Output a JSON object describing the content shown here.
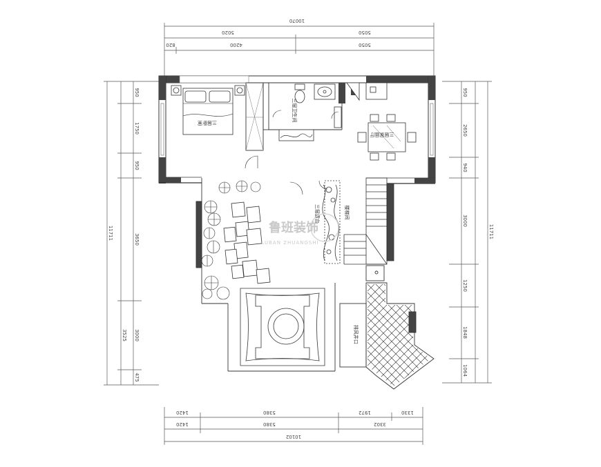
{
  "dimensions": {
    "top_total": "10070",
    "top_row2": [
      "5020",
      "5050"
    ],
    "top_row3": [
      "820",
      "4200",
      "5050"
    ],
    "bottom_row1": [
      "1420",
      "5380",
      "1972",
      "1330"
    ],
    "bottom_row2": [
      "1420",
      "5380",
      "3302"
    ],
    "bottom_total": "10102",
    "left_segments": [
      "950",
      "1750",
      "950",
      "3650",
      "3000",
      "475"
    ],
    "left_total": "11711",
    "right_segments": [
      "950",
      "2650",
      "940",
      "3000",
      "1250",
      "1848",
      "1064"
    ],
    "right_total": "11711"
  },
  "rooms": {
    "master_bedroom": "三层卧室",
    "bathroom": "三层卫生间",
    "family_room": "三层家庭厅",
    "terrace": "三层露台",
    "stair": "楼梯间",
    "air_shaft": "排风井口"
  },
  "watermark": {
    "cn": "鲁班装饰",
    "en": "LUBAN ZHUANGSHI"
  }
}
